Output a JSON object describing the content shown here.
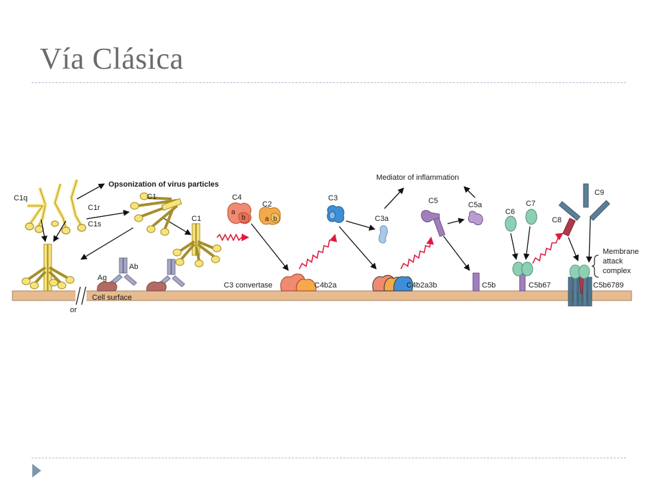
{
  "slide": {
    "title": "Vía Clásica"
  },
  "diagram": {
    "labels": {
      "c1q": "C1q",
      "opsonization": "Opsonization of virus particles",
      "c1r": "C1r",
      "c1s": "C1s",
      "c1_top": "C1",
      "c1_right": "C1",
      "ag": "Ag",
      "ab": "Ab",
      "or": "or",
      "cell_surface": "Cell surface",
      "c4": "C4",
      "c2": "C2",
      "sub_a": "a",
      "sub_b": "b",
      "c3_convertase": "C3 convertase",
      "c4b2a": "C4b2a",
      "c3": "C3",
      "mediator": "Mediator of inflammation",
      "c3a": "C3a",
      "c4b2a3b": "C4b2a3b",
      "c5": "C5",
      "c5a": "C5a",
      "c5b": "C5b",
      "c6": "C6",
      "c7": "C7",
      "c5b67": "C5b67",
      "c8": "C8",
      "c9": "C9",
      "mac_line1": "Membrane",
      "mac_line2": "attack",
      "mac_line3": "complex",
      "c5b6789": "C5b6789"
    },
    "colors": {
      "c1_yellow": "#f6e37a",
      "c1_outline": "#a48f2a",
      "membrane": "#e6bb8f",
      "c4_salmon": "#f08a70",
      "c2_orange": "#f5a94a",
      "c3_blue": "#3f8fd6",
      "c3a_light_blue": "#a9c8ea",
      "c5_purple": "#a07fbc",
      "c6_c7_green": "#8ccfb5",
      "c8_red": "#b03a4a",
      "c9_steel": "#5a7f97",
      "activation_red": "#e0193f"
    }
  }
}
